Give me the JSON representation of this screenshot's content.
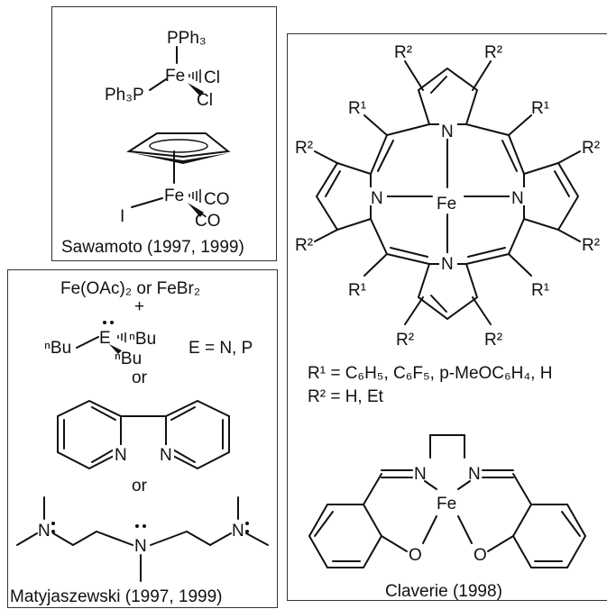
{
  "panels": {
    "sawamoto": {
      "caption": "Sawamoto (1997, 1999)",
      "complex1": {
        "pph3_top": "PPh₃",
        "fe": "Fe",
        "pph3_left": "Ph₃P",
        "cl1": "Cl",
        "cl2": "Cl"
      },
      "complex2": {
        "fe": "Fe",
        "iodide": "I",
        "co1": "CO",
        "co2": "CO"
      }
    },
    "matyjaszewski": {
      "caption": "Matyjaszewski (1997, 1999)",
      "salt_line": "Fe(OAc)₂ or FeBr₂",
      "plus": "+",
      "ligand_nbu_left": "ⁿBu",
      "ligand_e": "E",
      "ligand_nbu_right": "ⁿBu",
      "ligand_nbu_bottom": "ⁿBu",
      "ligand_e_def": "E = N, P",
      "or_1": "or",
      "bipy_n1": "N",
      "bipy_n2": "N",
      "or_2": "or",
      "pmdeta_n1": "N",
      "pmdeta_n2": "N",
      "pmdeta_n3": "N"
    },
    "porphyrin": {
      "fe": "Fe",
      "n_top": "N",
      "n_left": "N",
      "n_right": "N",
      "n_bottom": "N",
      "r1": "R¹",
      "r2": "R²",
      "legend_r1": "R¹ = C₆H₅, C₆F₅, p-MeOC₆H₄, H",
      "legend_r2": "R² = H, Et",
      "salen_n1": "N",
      "salen_n2": "N",
      "salen_o1": "O",
      "salen_o2": "O",
      "salen_fe": "Fe",
      "caption": "Claverie (1998)"
    }
  }
}
